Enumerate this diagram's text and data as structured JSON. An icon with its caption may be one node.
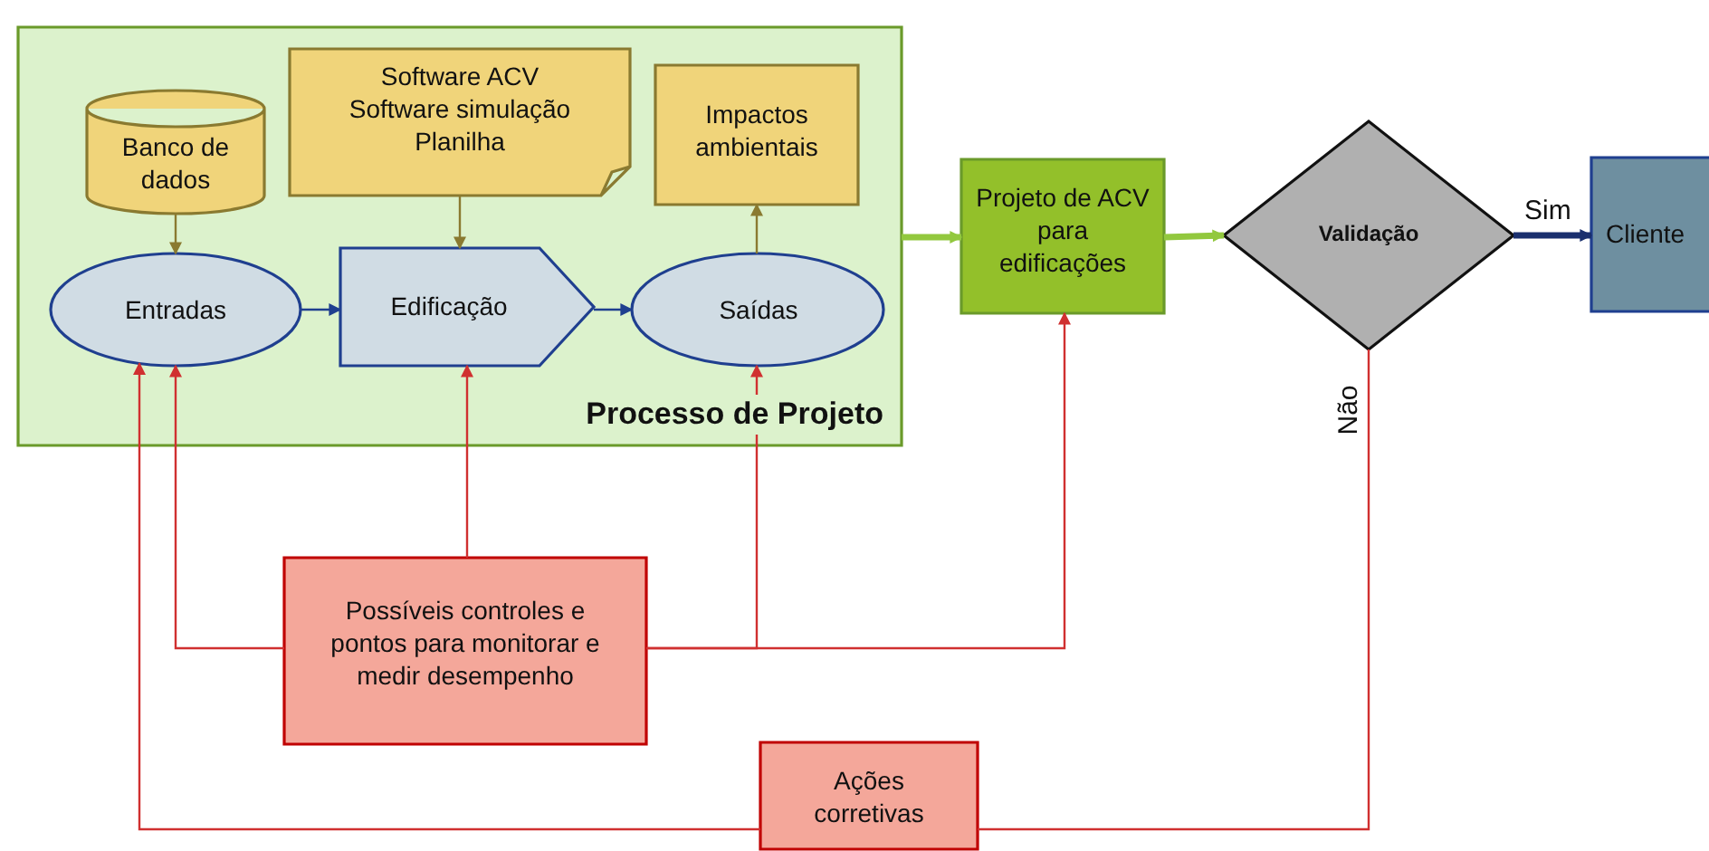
{
  "diagram": {
    "nodes": [
      {
        "text": [
          "Processo de Projeto"
        ]
      },
      {
        "text": [
          "Banco de dados"
        ],
        "in": 0
      },
      {
        "text": [
          "Software ACV Software simulação Planilha"
        ],
        "in": 0
      },
      {
        "text": [
          "Impactos ambientais"
        ],
        "in": 0
      },
      {
        "text": [
          "Entradas"
        ],
        "in": 0
      },
      {
        "text": [
          "Edificação"
        ],
        "in": 0
      },
      {
        "text": [
          "Saídas"
        ],
        "in": 0
      },
      {
        "text": [
          "Projeto de ACV para edificações"
        ]
      },
      {
        "text": [
          "Validação"
        ]
      },
      {
        "text": [
          "Cliente"
        ]
      },
      {
        "text": [
          "Possíveis controles e pontos para monitorar e medir desempenho"
        ]
      },
      {
        "text": [
          "Ações corretivas"
        ]
      }
    ],
    "edges": [
      {
        "from": 1,
        "to": 4,
        "arrow": "to",
        "color": "#8a7a30"
      },
      {
        "from": 2,
        "to": 5,
        "arrow": "to",
        "color": "#8a7a30"
      },
      {
        "from": 6,
        "to": 3,
        "arrow": "to",
        "color": "#8a7a30"
      },
      {
        "from": 4,
        "to": 5,
        "arrow": "to",
        "color": "#1f3f8f"
      },
      {
        "from": 5,
        "to": 6,
        "arrow": "to",
        "color": "#1f3f8f"
      },
      {
        "from": 0,
        "to": 7,
        "arrow": "to",
        "style": "thick",
        "color": "#92c83e"
      },
      {
        "from": 7,
        "to": 8,
        "arrow": "to",
        "style": "thick",
        "color": "#92c83e"
      },
      {
        "from": 8,
        "to": 9,
        "arrow": "to",
        "label": "Sim",
        "style": "thick",
        "color": "#1a2f6e"
      },
      {
        "from": 8,
        "to": 11,
        "arrow": "none",
        "label": "Não"
      },
      {
        "from": 11,
        "to": 4,
        "arrow": "to"
      },
      {
        "from": 10,
        "to": 4,
        "arrow": "to"
      },
      {
        "from": 10,
        "to": 5,
        "arrow": "to"
      },
      {
        "from": 10,
        "to": 6,
        "arrow": "to"
      },
      {
        "from": 10,
        "to": 7,
        "arrow": "to"
      }
    ]
  }
}
